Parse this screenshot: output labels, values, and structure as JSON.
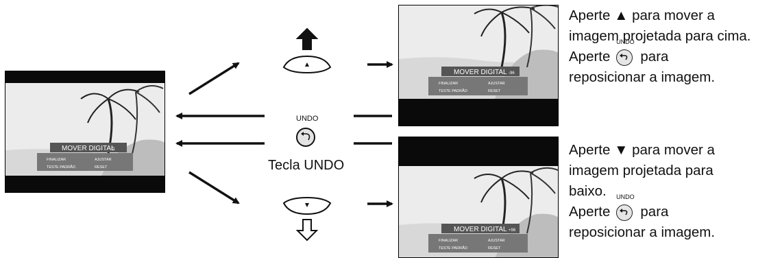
{
  "center_key": {
    "caption": "UNDO",
    "label": "Tecla UNDO"
  },
  "osd": {
    "title": "MOVER DIGITAL",
    "value_center": "0",
    "value_up": "-96",
    "value_down": "+96",
    "finalizar": "FINALIZAR",
    "ajustar": "AJUSTAR",
    "teste_padrao": "TESTE PADRÃO",
    "reset": "RESET"
  },
  "desc_up": {
    "line1_before": "Aperte",
    "line1_after": "para mover a",
    "line2": "imagem projetada para cima.",
    "line3_before": "Aperte",
    "line3_after": "para",
    "line4": "reposicionar a imagem.",
    "undo_caption": "UNDO"
  },
  "desc_down": {
    "line1_before": "Aperte",
    "line1_after": "para mover a",
    "line2": "imagem projetada para",
    "line3": "baixo.",
    "line4_before": "Aperte",
    "line4_after": "para",
    "line5": "reposicionar a imagem.",
    "undo_caption": "UNDO"
  },
  "icons": {
    "up_triangle": "▲",
    "down_triangle": "▼"
  }
}
